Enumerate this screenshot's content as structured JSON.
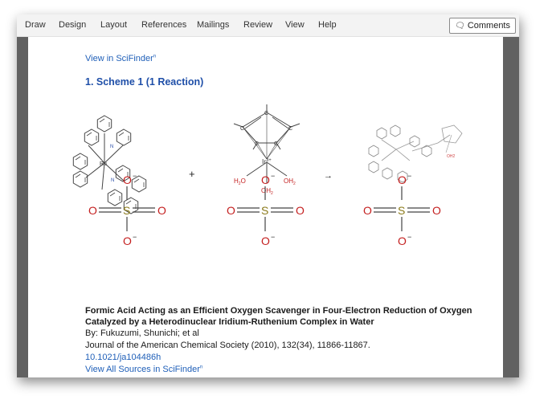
{
  "ribbon": {
    "tabs": [
      "Draw",
      "Design",
      "Layout",
      "References",
      "Mailings",
      "Review",
      "View",
      "Help"
    ],
    "comments_label": "Comments"
  },
  "document": {
    "view_link": "View in SciFinder",
    "view_link_mark": "n",
    "scheme_heading": "1. Scheme 1 (1 Reaction)",
    "reaction": {
      "plus": "+",
      "arrow": "→",
      "iridium_label": "Ir",
      "iridium_charge": "3+",
      "ruthenium_label": "Ru",
      "carbon_label": "C",
      "water_label": "H",
      "water_sub": "2",
      "water_o": "O",
      "oxygen": "O",
      "sulfur": "S",
      "oxide_charge": "−",
      "nitrogen": "N"
    },
    "citation": {
      "title_line1": "Formic Acid Acting as an Efficient Oxygen Scavenger in Four-Electron Reduction of Oxygen",
      "title_line2": "Catalyzed by a Heterodinuclear Iridium-Ruthenium Complex in Water",
      "authors": "By: Fukuzumi, Shunichi; et al",
      "journal": "Journal of the American Chemical Society (2010), 132(34), 11866-11867.",
      "doi": "10.1021/ja104486h",
      "sources_link": "View All Sources in SciFinder",
      "sources_link_mark": "n"
    }
  }
}
